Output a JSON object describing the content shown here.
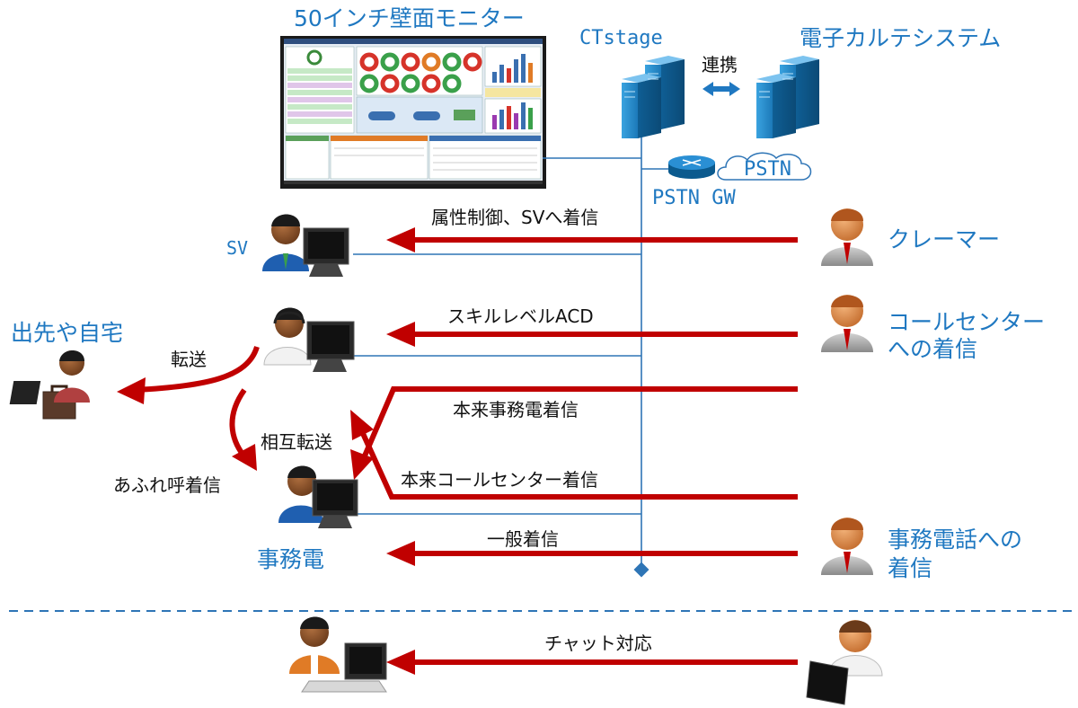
{
  "colors": {
    "arrow": "#c00000",
    "line": "#2e75b6",
    "label_blue": "#1f78c1",
    "server": "#1e87c8",
    "orange_person": "#e07b26"
  },
  "top": {
    "monitor_title": "50インチ壁面モニター",
    "ctstage": "CTstage",
    "ehr": "電子カルテシステム",
    "link": "連携",
    "pstn": "PSTN",
    "pstn_gw": "PSTN GW"
  },
  "agents": {
    "sv": "SV",
    "remote": "出先や自宅",
    "office": "事務電"
  },
  "callers": {
    "claimer": "クレーマー",
    "cc_line1": "コールセンター",
    "cc_line2": "への着信",
    "office_line1": "事務電話への",
    "office_line2": "着信"
  },
  "flows": {
    "attribute": "属性制御、SVへ着信",
    "skill": "スキルレベルACD",
    "transfer": "転送",
    "orig_office": "本来事務電着信",
    "mutual": "相互転送",
    "orig_cc": "本来コールセンター着信",
    "overflow": "あふれ呼着信",
    "general": "一般着信",
    "chat": "チャット対応"
  }
}
